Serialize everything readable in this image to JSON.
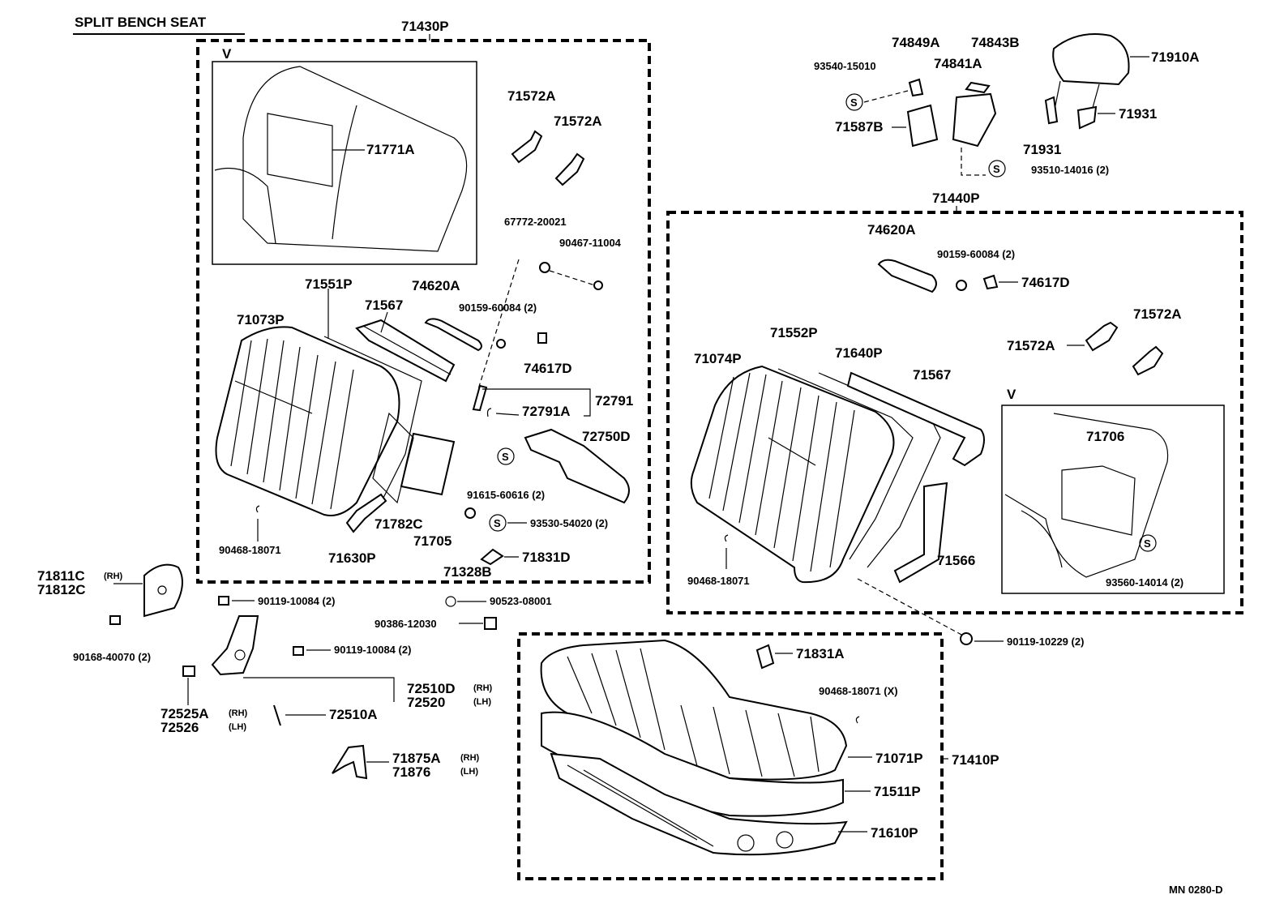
{
  "title": "SPLIT BENCH SEAT",
  "code": "MN 0280-D",
  "assemblies": {
    "rh_back": "71430P",
    "lh_back": "71440P",
    "cushion": "71410P"
  },
  "insets": {
    "left": "V",
    "right": "V"
  },
  "s_mark": "S",
  "labels": {
    "p71771A": "71771A",
    "p71572A_1": "71572A",
    "p71572A_2": "71572A",
    "p67772": "67772-20021",
    "p90467": "90467-11004",
    "p71551P": "71551P",
    "p74620A_l": "74620A",
    "p71073P": "71073P",
    "p71567_l": "71567",
    "p90159_l": "90159-60084 (2)",
    "p74617D_l": "74617D",
    "p72791": "72791",
    "p72791A": "72791A",
    "p72750D": "72750D",
    "p91615": "91615-60616 (2)",
    "p93530": "93530-54020 (2)",
    "p71782C": "71782C",
    "p71705": "71705",
    "p90468_l": "90468-18071",
    "p71630P": "71630P",
    "p71328B": "71328B",
    "p71831D": "71831D",
    "p71811C": "71811C",
    "p71812C": "71812C",
    "rh1": "(RH)",
    "p90119a": "90119-10084 (2)",
    "p90523": "90523-08001",
    "p90386": "90386-12030",
    "p90168": "90168-40070 (2)",
    "p90119b": "90119-10084 (2)",
    "p72510D": "72510D",
    "p72520": "72520",
    "rh2": "(RH)",
    "lh2": "(LH)",
    "p72525A": "72525A",
    "p72526": "72526",
    "rh3": "(RH)",
    "lh3": "(LH)",
    "p72510A": "72510A",
    "p71875A": "71875A",
    "p71876": "71876",
    "rh4": "(RH)",
    "lh4": "(LH)",
    "p74849A": "74849A",
    "p74843B": "74843B",
    "p93540": "93540-15010",
    "p74841A": "74841A",
    "p71910A": "71910A",
    "p71587B": "71587B",
    "p71931a": "71931",
    "p71931b": "71931",
    "p93510": "93510-14016 (2)",
    "p74620A_r": "74620A",
    "p90159_r": "90159-60084 (2)",
    "p74617D_r": "74617D",
    "p71572A_3": "71572A",
    "p71572A_4": "71572A",
    "p71552P": "71552P",
    "p71074P": "71074P",
    "p71640P": "71640P",
    "p71567_r": "71567",
    "p71706": "71706",
    "p93560": "93560-14014 (2)",
    "p90468_r": "90468-18071",
    "p71566": "71566",
    "p90119c": "90119-10229 (2)",
    "p71831A": "71831A",
    "p90468_x": "90468-18071 (X)",
    "p71071P": "71071P",
    "p71511P": "71511P",
    "p71610P": "71610P"
  }
}
